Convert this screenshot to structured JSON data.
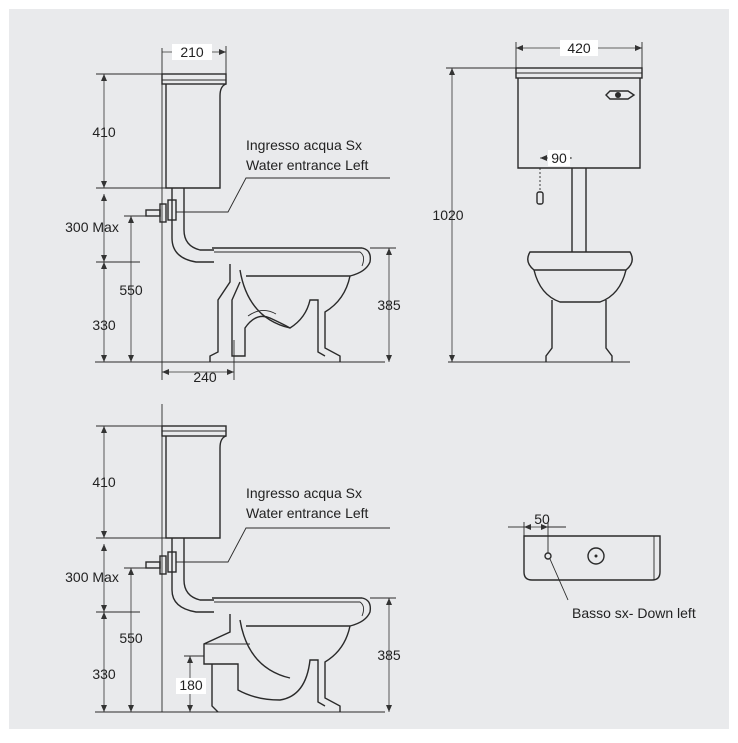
{
  "colors": {
    "background": "#e9eaec",
    "line": "#2a2a2a",
    "text": "#222222"
  },
  "top_side_view": {
    "dim_width_top": "210",
    "dim_tank_height": "410",
    "dim_inlet_max": "300 Max",
    "dim_total_outlet": "550",
    "dim_outlet": "330",
    "dim_bowl_height": "385",
    "dim_outlet_offset": "240",
    "callout_line1": "Ingresso acqua Sx",
    "callout_line2": "Water entrance Left"
  },
  "front_view": {
    "dim_width": "420",
    "dim_total_height": "1020",
    "dim_pipe": "90"
  },
  "bottom_side_view": {
    "dim_tank_height": "410",
    "dim_inlet_max": "300 Max",
    "dim_total_outlet": "550",
    "dim_outlet": "330",
    "dim_bowl_height": "385",
    "dim_floor_outlet": "180",
    "callout_line1": "Ingresso acqua Sx",
    "callout_line2": "Water entrance Left"
  },
  "tank_top_view": {
    "dim_hole_offset": "50",
    "label": "Basso sx- Down left"
  }
}
